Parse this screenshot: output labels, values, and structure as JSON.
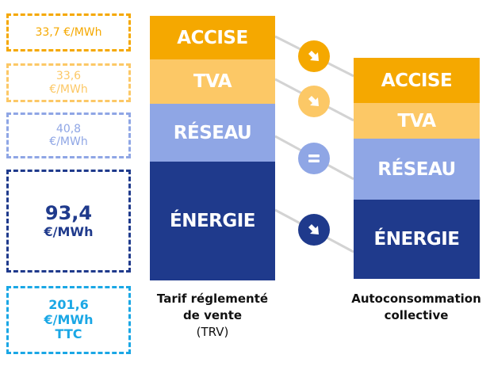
{
  "breakdown_boxes": {
    "accise": {
      "value": "33,7",
      "unit": "€/MWh",
      "color": "#f5a800"
    },
    "tva": {
      "value": "33,6",
      "unit": "€/MWh",
      "color": "#fcc866"
    },
    "reseau": {
      "value": "40,8",
      "unit": "€/MWh",
      "color": "#8fa6e5"
    },
    "energie": {
      "value": "93,4",
      "unit": "€/MWh",
      "color": "#1f3a8c"
    },
    "total": {
      "value": "201,6",
      "unit": "€/MWh",
      "suffix": "TTC",
      "color": "#1aa7e5"
    }
  },
  "trv_stack": {
    "segments": [
      {
        "key": "accise",
        "label": "ACCISE"
      },
      {
        "key": "tva",
        "label": "TVA"
      },
      {
        "key": "reseau",
        "label": "RÉSEAU"
      },
      {
        "key": "energie",
        "label": "ÉNERGIE"
      }
    ],
    "caption_line1": "Tarif réglementé",
    "caption_line2": "de vente",
    "caption_line3": "(TRV)"
  },
  "autoconsommation_stack": {
    "segments": [
      {
        "key": "accise",
        "label": "ACCISE"
      },
      {
        "key": "tva",
        "label": "TVA"
      },
      {
        "key": "reseau",
        "label": "RÉSEAU"
      },
      {
        "key": "energie",
        "label": "ÉNERGIE"
      }
    ],
    "caption_line1": "Autoconsommation",
    "caption_line2": "collective"
  },
  "comparisons": [
    {
      "key": "accise",
      "icon": "arrow-down-right",
      "meaning": "decrease"
    },
    {
      "key": "tva",
      "icon": "arrow-down-right",
      "meaning": "decrease"
    },
    {
      "key": "reseau",
      "icon": "equals",
      "meaning": "unchanged"
    },
    {
      "key": "energie",
      "icon": "arrow-down-right",
      "meaning": "decrease"
    }
  ],
  "colors": {
    "accise": "#f5a800",
    "tva": "#fcc866",
    "reseau": "#8fa6e5",
    "energie": "#1f3a8c",
    "total": "#1aa7e5",
    "connector": "#d3d3d3"
  }
}
